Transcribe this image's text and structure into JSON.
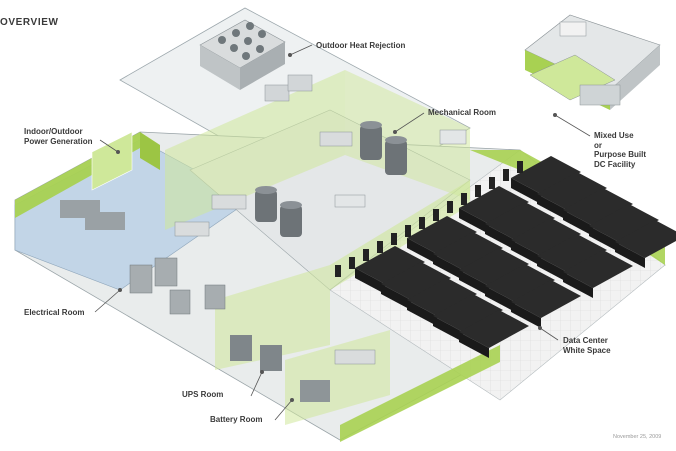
{
  "heading": "OVERVIEW",
  "labels": {
    "outdoor_heat": "Outdoor Heat Rejection",
    "mechanical": "Mechanical Room",
    "power_gen": [
      "Indoor/Outdoor",
      "Power Generation"
    ],
    "electrical": "Electrical Room",
    "white_space": [
      "Data Center",
      "White Space"
    ],
    "ups": "UPS Room",
    "battery": "Battery Room",
    "mixed_use": [
      "Mixed Use",
      "or",
      "Purpose Built",
      "DC Facility"
    ]
  },
  "date": "November 25, 2009",
  "colors": {
    "wall_green": "#a8d152",
    "glass_green": "#cfe89a",
    "floor_blue": "#bfd3e6",
    "floor_grey": "#e6e9ea",
    "rack": "#2b2b2b",
    "leader": "#555555",
    "text": "#3a3a3a"
  }
}
